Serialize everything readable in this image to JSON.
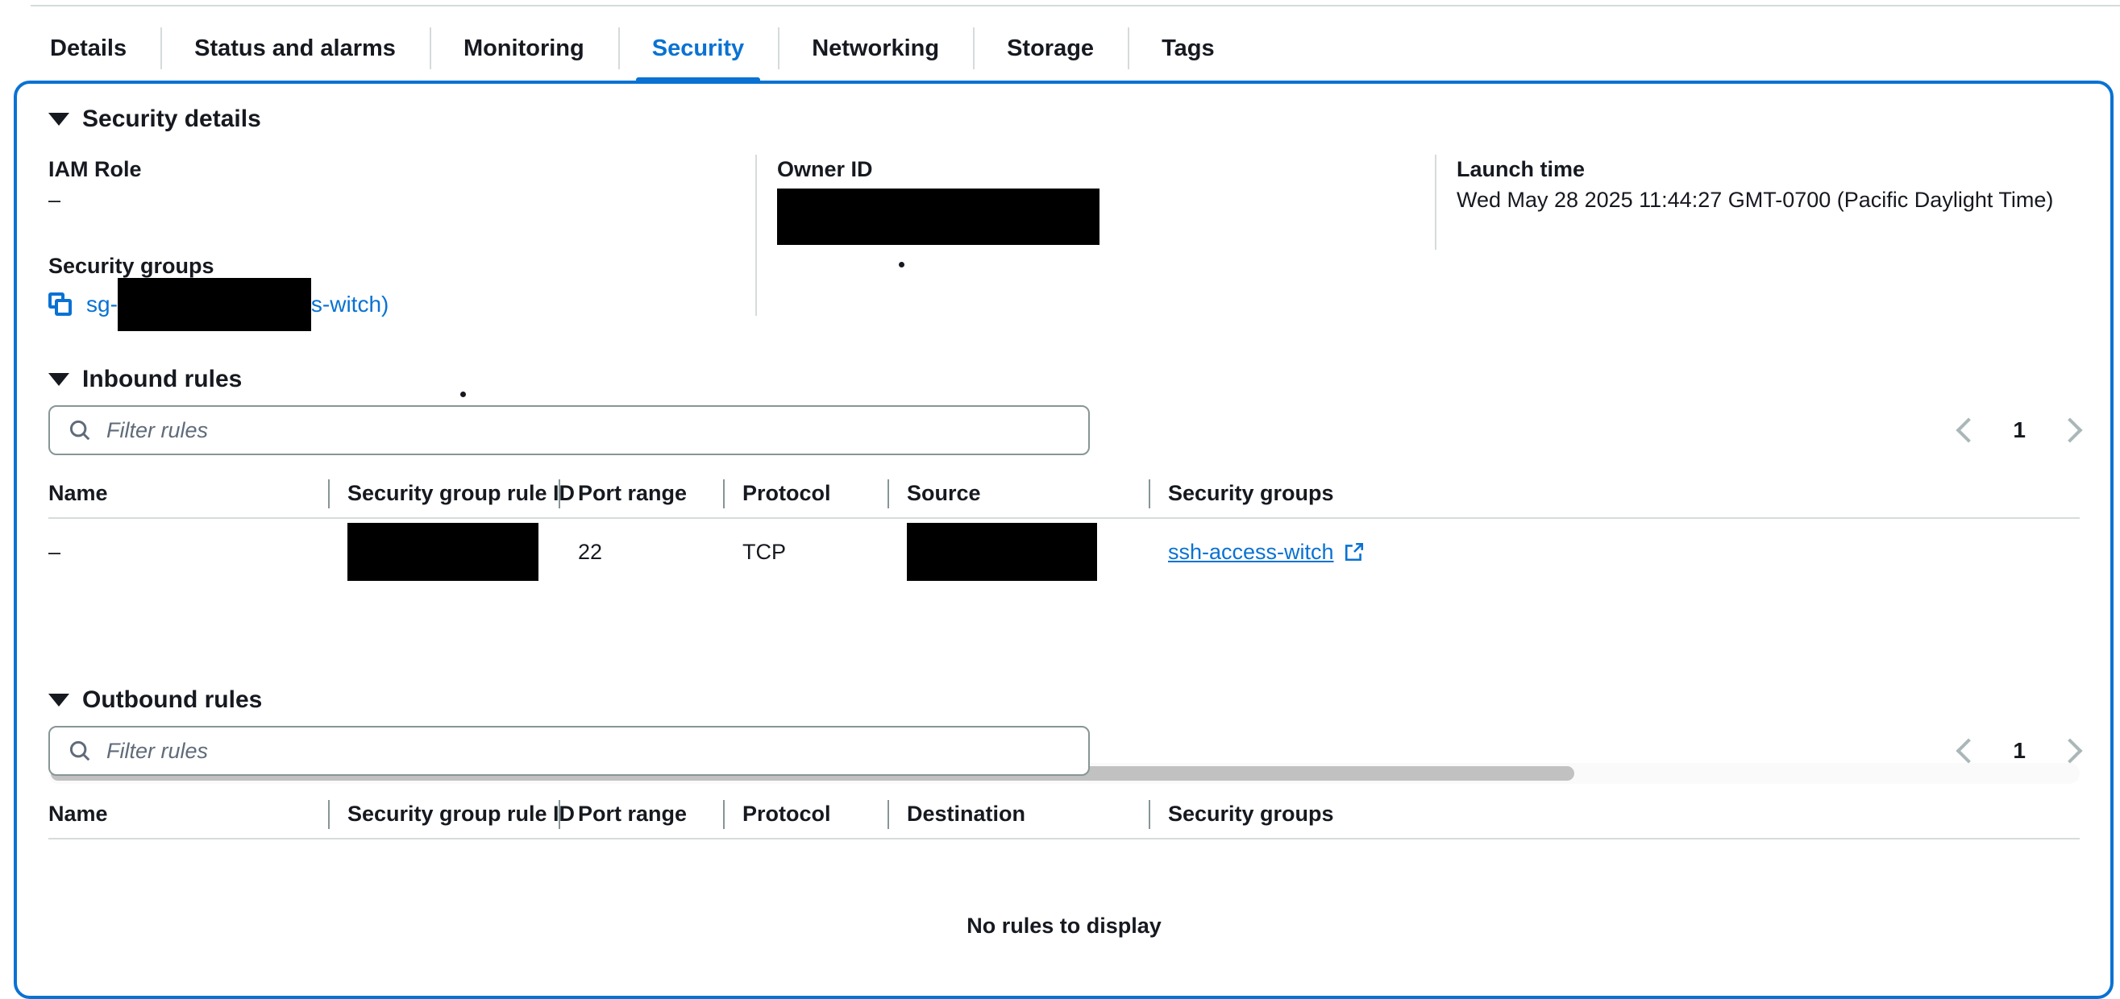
{
  "tabs": [
    {
      "label": "Details",
      "active": false
    },
    {
      "label": "Status and alarms",
      "active": false
    },
    {
      "label": "Monitoring",
      "active": false
    },
    {
      "label": "Security",
      "active": true
    },
    {
      "label": "Networking",
      "active": false
    },
    {
      "label": "Storage",
      "active": false
    },
    {
      "label": "Tags",
      "active": false
    }
  ],
  "security_details": {
    "heading": "Security details",
    "iam_role": {
      "label": "IAM Role",
      "value": "–"
    },
    "owner_id": {
      "label": "Owner ID",
      "value": ""
    },
    "launch_time": {
      "label": "Launch time",
      "value": "Wed May 28 2025 11:44:27 GMT-0700 (Pacific Daylight Time)"
    },
    "security_groups": {
      "label": "Security groups",
      "link_prefix": "sg-",
      "link_suffix": "s-witch)",
      "copy_icon": "copy-icon"
    }
  },
  "inbound": {
    "heading": "Inbound rules",
    "filter_placeholder": "Filter rules",
    "page_number": "1",
    "columns": [
      "Name",
      "Security group rule ID",
      "Port range",
      "Protocol",
      "Source",
      "Security groups"
    ],
    "rows": [
      {
        "name": "–",
        "rule_id": "",
        "port_range": "22",
        "protocol": "TCP",
        "source": "",
        "security_group": "ssh-access-witch"
      }
    ]
  },
  "outbound": {
    "heading": "Outbound rules",
    "filter_placeholder": "Filter rules",
    "page_number": "1",
    "columns": [
      "Name",
      "Security group rule ID",
      "Port range",
      "Protocol",
      "Destination",
      "Security groups"
    ],
    "rows": [],
    "empty_message": "No rules to display"
  },
  "colors": {
    "accent": "#0972d3",
    "text": "#16191f",
    "border": "#d5dbdb",
    "muted": "#5f6b7a",
    "redaction": "#000000"
  }
}
